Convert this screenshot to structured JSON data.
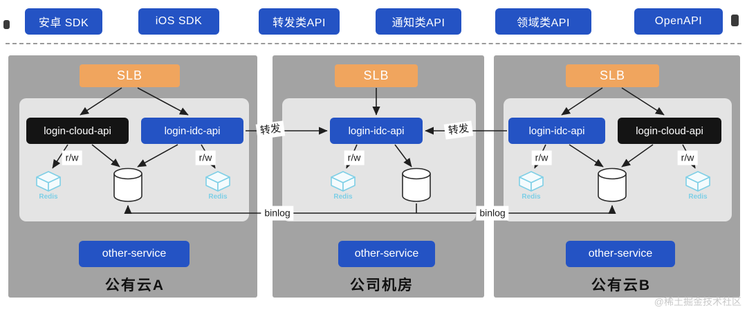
{
  "nav": {
    "items": [
      "安卓 SDK",
      "iOS SDK",
      "转发类API",
      "通知类API",
      "领域类API",
      "OpenAPI"
    ]
  },
  "panels": {
    "a": {
      "title": "公有云A",
      "slb": "SLB",
      "api_cloud": "login-cloud-api",
      "api_idc": "login-idc-api",
      "other": "other-service"
    },
    "b": {
      "title": "公司机房",
      "slb": "SLB",
      "api_idc": "login-idc-api",
      "other": "other-service"
    },
    "c": {
      "title": "公有云B",
      "slb": "SLB",
      "api_idc": "login-idc-api",
      "api_cloud": "login-cloud-api",
      "other": "other-service"
    }
  },
  "labels": {
    "rw": "r/w",
    "forward": "转发",
    "binlog": "binlog"
  },
  "icons": {
    "redis": "Redis",
    "database": "database-cylinder"
  },
  "watermark": "@稀土掘金技术社区",
  "colors": {
    "accent_blue": "#2453c4",
    "node_black": "#141414",
    "slb_orange": "#f0a55e",
    "panel_gray": "#a3a3a3",
    "inner_gray": "#e4e4e4",
    "redis_blue": "#7ecfe6"
  }
}
